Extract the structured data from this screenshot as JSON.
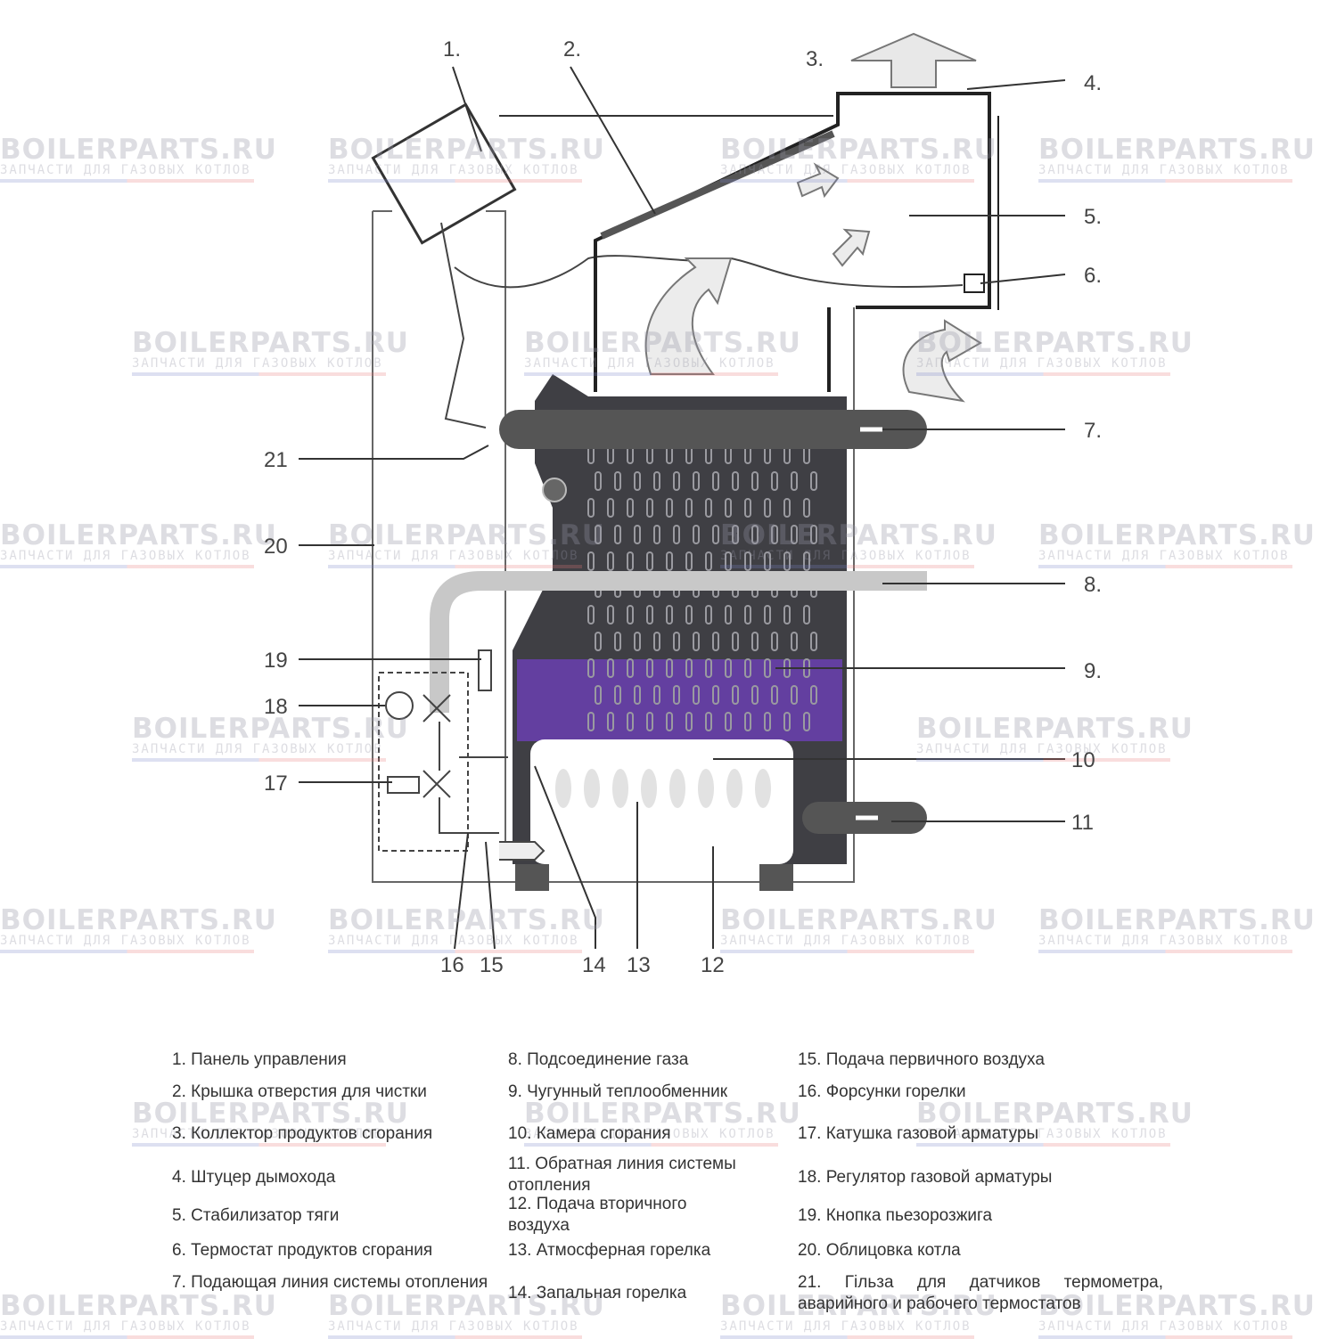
{
  "callouts": {
    "c1": "1.",
    "c2": "2.",
    "c3": "3.",
    "c4": "4.",
    "c5": "5.",
    "c6": "6.",
    "c7": "7.",
    "c8": "8.",
    "c9": "9.",
    "c10": "10",
    "c11": "11",
    "c12": "12",
    "c13": "13",
    "c14": "14",
    "c15": "15",
    "c16": "16",
    "c17": "17",
    "c18": "18",
    "c19": "19",
    "c20": "20",
    "c21": "21"
  },
  "legend": [
    "1. Панель управления",
    "2. Крышка отверстия для чистки",
    "3. Коллектор продуктов сгорания",
    "4. Штуцер дымохода",
    "5. Стабилизатор тяги",
    "6. Термостат продуктов сгорания",
    "7. Подающая линия системы отопления",
    "8. Подсоединение газа",
    "9. Чугунный теплообменник",
    "10. Камера сгорания",
    "11. Обратная линия системы отопления",
    "12. Подача вторичного воздуха",
    "13. Атмосферная горелка",
    "14. Запальная горелка",
    "15. Подача первичного воздуха",
    "16. Форсунки горелки",
    "17. Катушка газовой арматуры",
    "18. Регулятор газовой арматуры",
    "19. Кнопка пьезорозжига",
    "20. Облицовка котла",
    "21. Гільза для датчиков термометра, аварийного и рабочего термостатов"
  ],
  "watermark": {
    "title": "BOILERPARTS.RU",
    "subtitle": "ЗАПЧАСТИ ДЛЯ ГАЗОВЫХ КОТЛОВ"
  },
  "colors": {
    "exchanger": "#3f3f44",
    "exchanger_highlight": "#6a3fb0",
    "line": "#333333"
  }
}
